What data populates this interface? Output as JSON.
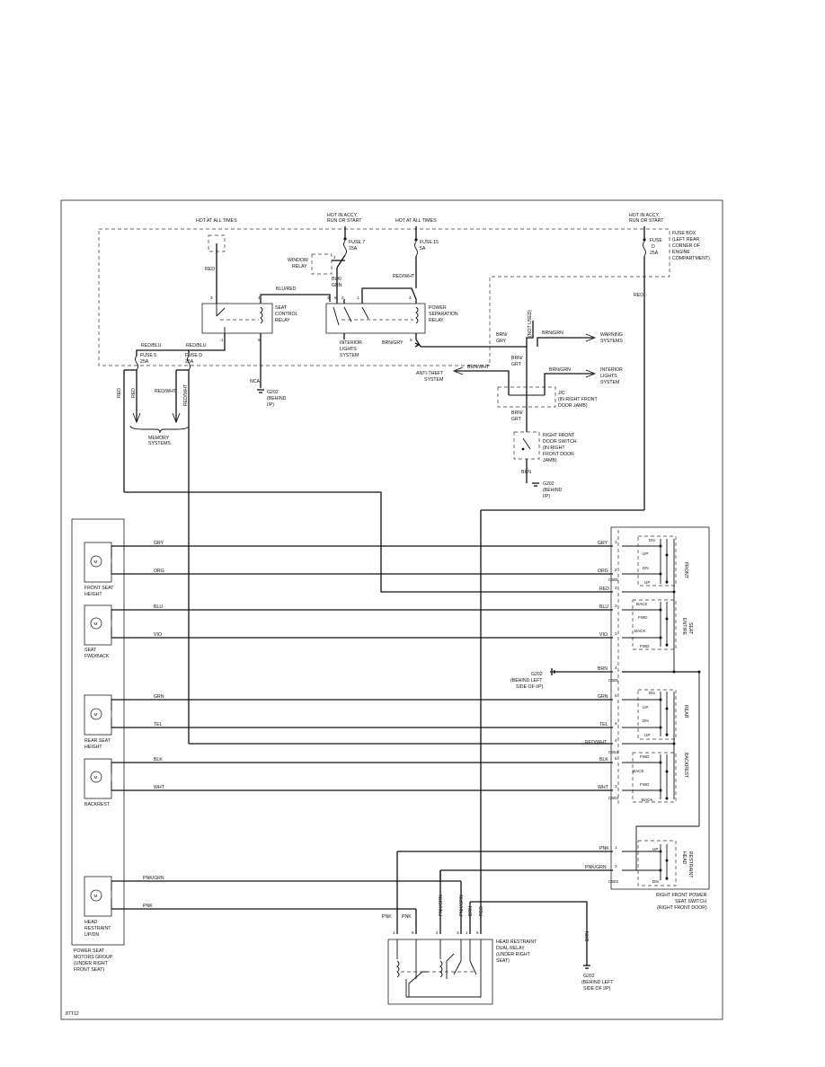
{
  "top": {
    "hot_at_all_times_1": "HOT AT ALL TIMES",
    "hot_accy_1": [
      "HOT IN ACCY,",
      "RUN OR START"
    ],
    "hot_at_all_times_2": "HOT AT ALL TIMES",
    "hot_accy_2": [
      "HOT IN ACCY,",
      "RUN OR START"
    ],
    "fuse_box": [
      "FUSE BOX",
      "(LEFT REAR",
      "CORNER OF",
      "ENGINE",
      "COMPARTMENT)"
    ],
    "fuse7": [
      "FUSE 7",
      "15A"
    ],
    "fuse15": [
      "FUSE 15",
      "5A"
    ],
    "fused": [
      "FUSE",
      "D",
      "25A"
    ],
    "window_relay": [
      "WINDOW",
      "RELAY"
    ],
    "blk_grn": [
      "BLK/",
      "GRN"
    ]
  },
  "relays": {
    "seat_control": [
      "SEAT",
      "CONTROL",
      "RELAY"
    ],
    "power_separation": [
      "POWER",
      "SEPARATION",
      "RELAY"
    ],
    "interior_lights": [
      "INTERIOR",
      "LIGHTS",
      "SYSTEM"
    ],
    "nca": "NCA",
    "g202_top": [
      "G202",
      "(BEHIND",
      "I/P)"
    ],
    "fuse5": [
      "FUSE 5",
      "25A"
    ],
    "fused2": [
      "FUSE D",
      "25A"
    ],
    "memory": [
      "MEMORY",
      "SYSTEMS"
    ]
  },
  "switches_right": {
    "not_used": "(NOT USED)",
    "warning": [
      "WARNING",
      "SYSTEMS"
    ],
    "interior_lights": [
      "INTERIOR",
      "LIGHTS",
      "SYSTEM"
    ],
    "anti_theft": [
      "ANTI-THEFT",
      "SYSTEM"
    ],
    "jc": [
      "J/C",
      "(IN RIGHT FRONT",
      "DOOR JAMB)"
    ],
    "door_switch": [
      "RIGHT FRONT",
      "DOOR SWITCH",
      "(IN RIGHT",
      "FRONT DOOR",
      "JAMB)"
    ],
    "g202_mid": [
      "G202",
      "(BEHIND",
      "I/P)"
    ]
  },
  "wires": {
    "red": "RED",
    "blu_red": "BLU/RED",
    "red_wht": "RED/WHT",
    "red_blu": "RED/BLU",
    "brn_gry": "BRN/GRY",
    "brn_grn": "BRN/GRN",
    "brn_wht": "BRN/WHT",
    "brn_gry_v": [
      "BRN/",
      "GRY"
    ],
    "brn_grt": [
      "BRN/",
      "GRT"
    ],
    "brn": "BRN"
  },
  "motors": {
    "m": "M",
    "front_height": [
      "FRONT SEAT",
      "HEIGHT"
    ],
    "fwd_back": [
      "SEAT",
      "FWD/BACK"
    ],
    "rear_height": [
      "REAR SEAT",
      "HEIGHT"
    ],
    "backrest": "BACKREST",
    "head_restraint": [
      "HEAD",
      "RESTRAINT",
      "UP/DN"
    ],
    "group": [
      "POWER SEAT",
      "MOTORS GROUP",
      "(UNDER RIGHT",
      "FRONT SEAT)"
    ]
  },
  "harness": {
    "rows": [
      {
        "left": "GRY",
        "right": "GRY",
        "pin": "1"
      },
      {
        "left": "ORG",
        "right": "ORG",
        "pin": "2"
      },
      {
        "left": "",
        "right": "RED",
        "pin": "3"
      },
      {
        "left": "BLU",
        "right": "BLU",
        "pin": "2"
      },
      {
        "left": "VIO",
        "right": "VIO",
        "pin": "1"
      },
      {
        "left": "",
        "right": "BRN",
        "pin": "4"
      },
      {
        "left": "GRN",
        "right": "GRN",
        "pin": "5"
      },
      {
        "left": "TEL",
        "right": "TEL",
        "pin": "6"
      },
      {
        "left": "",
        "right": "RED/WHT",
        "pin": "4"
      },
      {
        "left": "BLK",
        "right": "BLK",
        "pin": "6"
      },
      {
        "left": "WHT",
        "right": "WHT",
        "pin": "3"
      },
      {
        "left": "",
        "right": "PNK",
        "pin": "1"
      },
      {
        "left": "PNK/GRN",
        "right": "PNK/GRN",
        "pin": "2"
      },
      {
        "left": "PNK",
        "right": "",
        "pin": ""
      }
    ],
    "c_labels": [
      "C505",
      "C505",
      "C504",
      "C504",
      "C503"
    ],
    "g202_left": [
      "G202",
      "(BEHIND LEFT",
      "SIDE OF I/P)"
    ]
  },
  "seat_switch": {
    "front_positions": [
      "DN",
      "UP",
      "DN",
      "UP"
    ],
    "front": "FRONT",
    "entire_positions": [
      "BACK",
      "FWD",
      "BACK",
      "FWD"
    ],
    "entire": [
      "ENTIRE",
      "SEAT"
    ],
    "rear_positions": [
      "DN",
      "UP",
      "DN",
      "UP"
    ],
    "rear": "REAR",
    "backrest_positions": [
      "FWD",
      "BACK",
      "FWD",
      "BACK"
    ],
    "backrest": "BACKREST",
    "head_positions": [
      "UP",
      "DN"
    ],
    "head": [
      "HEAD",
      "RESTRAINT"
    ],
    "title": [
      "RIGHT FRONT POWER",
      "SEAT SWITCH",
      "(RIGHT FRONT DOOR)"
    ]
  },
  "dual_relay": {
    "title": [
      "HEAD RESTRAINT",
      "DUAL RELAY",
      "(UNDER RIGHT",
      "SEAT)"
    ],
    "wire_labels": [
      "PNK",
      "PNK",
      "PNK/GRN",
      "PNK/GRN",
      "BRN",
      "RED"
    ],
    "pins": [
      "4",
      "6",
      "2",
      "3",
      "1",
      "5"
    ],
    "g202_bottom": [
      "G202",
      "(BEHIND LEFT",
      "SIDE OF I/P)"
    ],
    "brn": "BRN"
  },
  "footer": {
    "code": "87T12"
  }
}
